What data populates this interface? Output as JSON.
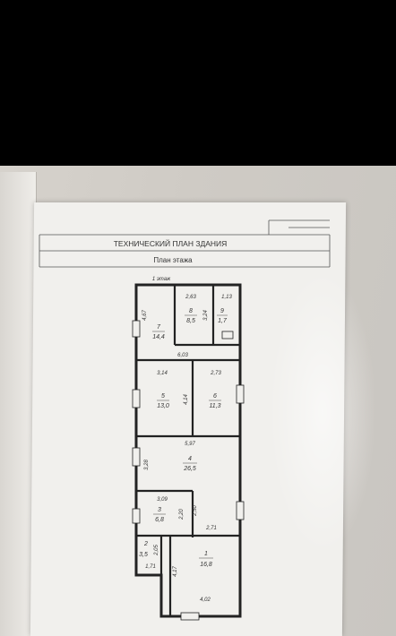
{
  "header": {
    "title": "ТЕХНИЧЕСКИЙ ПЛАН ЗДАНИЯ",
    "subtitle": "План этажа",
    "floor": "1 этаж"
  },
  "rooms": [
    {
      "num": "1",
      "area": "16,8"
    },
    {
      "num": "2",
      "area": "3,5"
    },
    {
      "num": "3",
      "area": "6,8"
    },
    {
      "num": "4",
      "area": "26,5"
    },
    {
      "num": "5",
      "area": "13,0"
    },
    {
      "num": "6",
      "area": "11,3"
    },
    {
      "num": "7",
      "area": "14,4"
    },
    {
      "num": "8",
      "area": "8,5"
    },
    {
      "num": "9",
      "area": "1,7"
    }
  ],
  "dimensions": {
    "d467": "4,67",
    "d263": "2,63",
    "d113": "1,13",
    "d324": "3,24",
    "d603": "6,03",
    "d314": "3,14",
    "d273": "2,73",
    "d414": "4,14",
    "d597": "5,97",
    "d328": "3,28",
    "d309": "3,09",
    "d250": "2,50",
    "d220": "2,20",
    "d271": "2,71",
    "d205": "2,05",
    "d171": "1,71",
    "d417": "4,17",
    "d402": "4,02"
  }
}
